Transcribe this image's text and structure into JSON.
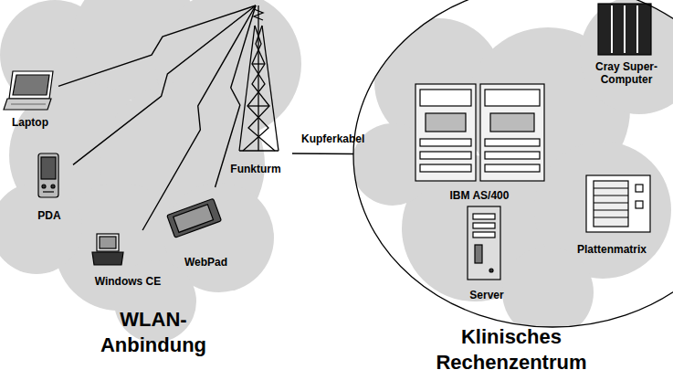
{
  "diagram": {
    "nodes": [
      {
        "text": [
          "Laptop"
        ]
      },
      {
        "text": [
          "PDA"
        ]
      },
      {
        "text": [
          "Windows CE"
        ]
      },
      {
        "text": [
          "WebPad"
        ]
      },
      {
        "text": [
          "Funkturm"
        ]
      },
      {
        "text": [
          "Klinisches Rechenzentrum"
        ]
      },
      {
        "text": [
          "IBM AS/400"
        ],
        "in": 5
      },
      {
        "text": [
          "Server"
        ],
        "in": 5
      },
      {
        "text": [
          "Cray Super- Computer"
        ],
        "in": 5
      },
      {
        "text": [
          "Plattenmatrix"
        ],
        "in": 5
      }
    ],
    "edges": [
      {
        "from": 0,
        "to": 4,
        "arrow": "none"
      },
      {
        "from": 1,
        "to": 4,
        "arrow": "none"
      },
      {
        "from": 2,
        "to": 4,
        "arrow": "none"
      },
      {
        "from": 3,
        "to": 4,
        "arrow": "none"
      },
      {
        "from": 4,
        "to": 5,
        "label": "Kupferkabel",
        "arrow": "none"
      }
    ],
    "labels": [
      "WLAN- Anbindung"
    ]
  }
}
